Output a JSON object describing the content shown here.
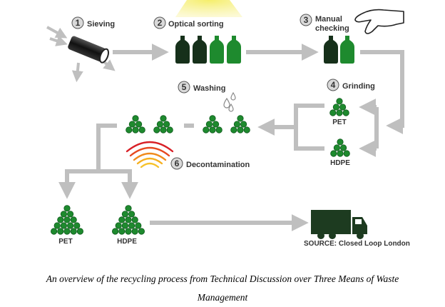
{
  "diagram": {
    "steps": [
      {
        "number": "1",
        "label": "Sieving"
      },
      {
        "number": "2",
        "label": "Optical sorting"
      },
      {
        "number": "3",
        "label": "Manual",
        "label2": "checking"
      },
      {
        "number": "4",
        "label": "Grinding"
      },
      {
        "number": "5",
        "label": "Washing"
      },
      {
        "number": "6",
        "label": "Decontamination"
      }
    ],
    "materials": {
      "grind_top": "PET",
      "grind_bottom": "HDPE",
      "final_left": "PET",
      "final_right": "HDPE"
    },
    "source": "SOURCE: Closed Loop London",
    "colors": {
      "flow_arrow": "#bfbfbf",
      "plastic_green": "#1e8a2e",
      "plastic_dark": "#0e5a1c",
      "bottle_dark": "#16301a",
      "truck": "#1d3b20",
      "light_beam": "#f5ee6a",
      "heat_waves": [
        "#d81f26",
        "#f08a1c",
        "#f6c22b"
      ],
      "number_circle": "#d9d9d9"
    },
    "icons": [
      "sieve-drum-icon",
      "bottle-icon",
      "hand-icon",
      "pellet-pile-icon",
      "water-drops-icon",
      "heat-waves-icon",
      "truck-icon",
      "light-beam-icon"
    ]
  },
  "caption": {
    "line1": "An overview of the recycling process from Technical Discussion over Three Means of Waste",
    "line2": "Management"
  }
}
